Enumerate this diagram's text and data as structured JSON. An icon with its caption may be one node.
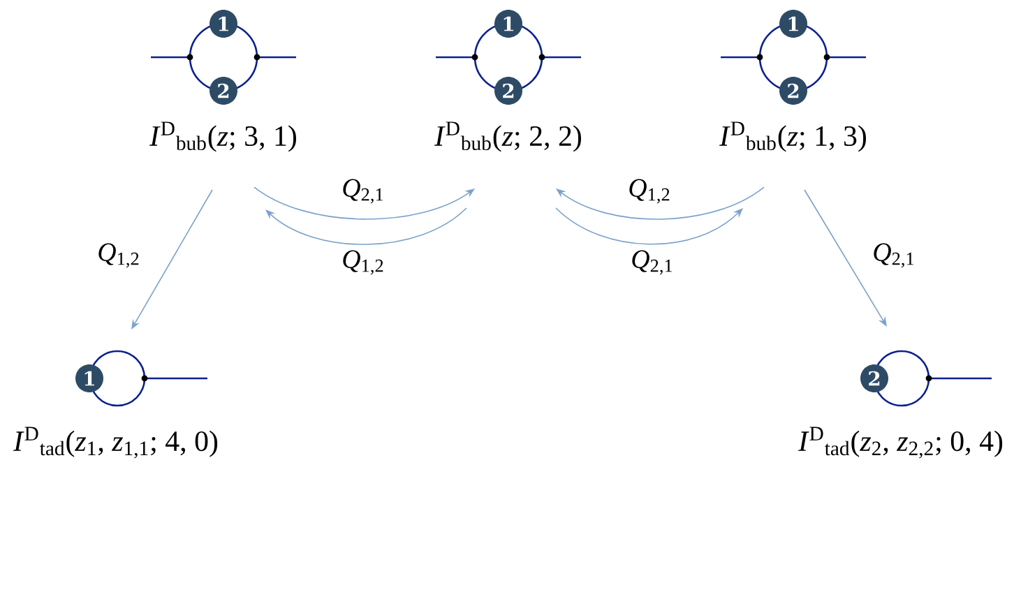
{
  "diagram": {
    "nodes": [
      {
        "text": [
          "*I*$^{D}$$_{bub}$(*z*; 3, 1)"
        ]
      },
      {
        "text": [
          "*I*$^{D}$$_{bub}$(*z*; 2, 2)"
        ]
      },
      {
        "text": [
          "*I*$^{D}$$_{bub}$(*z*; 1, 3)"
        ]
      },
      {
        "text": [
          "*I*$^{D}$$_{tad}$(*z*$_{1}$, *z*$_{1,1}$; 4, 0)"
        ]
      },
      {
        "text": [
          "*I*$^{D}$$_{tad}$(*z*$_{2}$, *z*$_{2,2}$; 0, 4)"
        ]
      }
    ],
    "edges": [
      {
        "from": 0,
        "to": 3,
        "arrow": "to",
        "label": "*Q*$_{1,2}$"
      },
      {
        "from": 0,
        "to": 1,
        "arrow": "to",
        "label": "*Q*$_{2,1}$"
      },
      {
        "from": 1,
        "to": 0,
        "arrow": "to",
        "label": "*Q*$_{1,2}$"
      },
      {
        "from": 2,
        "to": 1,
        "arrow": "to",
        "label": "*Q*$_{1,2}$"
      },
      {
        "from": 1,
        "to": 2,
        "arrow": "to",
        "label": "*Q*$_{2,1}$"
      },
      {
        "from": 2,
        "to": 4,
        "arrow": "to",
        "label": "*Q*$_{2,1}$"
      }
    ],
    "labels": [
      "1",
      "1",
      "1",
      "2",
      "2",
      "2",
      "1",
      "2"
    ]
  }
}
